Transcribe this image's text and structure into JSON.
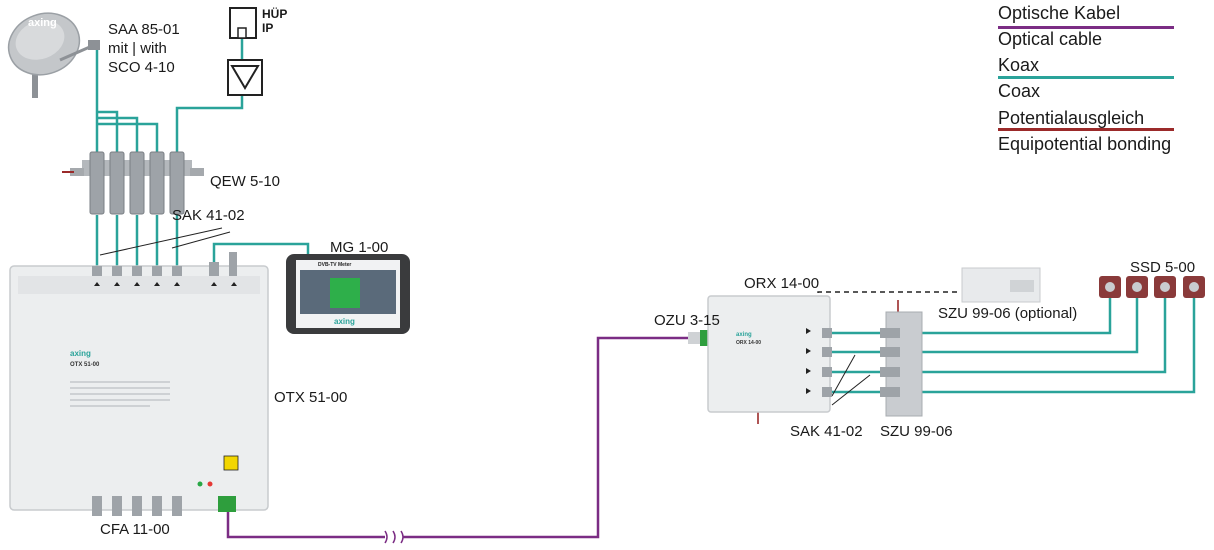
{
  "colors": {
    "optical": "#7b2d84",
    "coax": "#2aa39a",
    "bonding": "#9b2a2a"
  },
  "labels": {
    "saa": [
      "SAA 85-01",
      "mit | with",
      "SCO 4-10"
    ],
    "hup": [
      "HÜP",
      "IP"
    ],
    "qew": "QEW 5-10",
    "sak_top": "SAK 41-02",
    "mg": "MG 1-00",
    "otx": "OTX 51-00",
    "cfa": "CFA 11-00",
    "ozu": "OZU 3-15",
    "orx": "ORX 14-00",
    "szu_opt": "SZU 99-06 (optional)",
    "ssd": "SSD 5-00",
    "sak_bottom": "SAK 41-02",
    "szu": "SZU 99-06"
  },
  "device_text": {
    "dish_logo": "axing",
    "otx_logo": "axing",
    "otx_model": "OTX 51-00",
    "orx_logo": "axing",
    "orx_model": "ORX 14-00",
    "mg_screen_title": "DVB-TV Meter",
    "mg_logo": "axing"
  },
  "legend": [
    {
      "de": "Optische Kabel",
      "en": "Optical cable",
      "color": "optical"
    },
    {
      "de": "Koax",
      "en": "Coax",
      "color": "coax"
    },
    {
      "de": "Potentialausgleich",
      "en": "Equipotential bonding",
      "color": "bonding"
    }
  ]
}
